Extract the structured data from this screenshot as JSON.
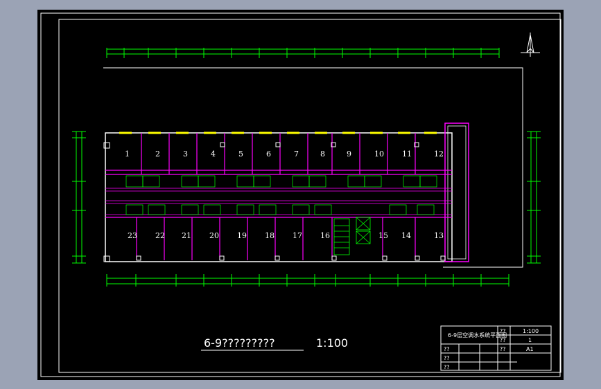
{
  "drawing": {
    "title": "6-9?????????",
    "scale": "1:100",
    "north_symbol": "north-arrow"
  },
  "title_block": {
    "drawing_name": "6-9层空调水系统平面图",
    "cells": [
      "??",
      "1:100",
      "??",
      "1",
      "??",
      "A1",
      "??",
      "??",
      "??"
    ]
  },
  "rooms": {
    "top": [
      "1",
      "2",
      "3",
      "4",
      "5",
      "6",
      "7",
      "8",
      "9",
      "10",
      "11",
      "12"
    ],
    "bottom": [
      "23",
      "22",
      "21",
      "20",
      "19",
      "18",
      "17",
      "16",
      "15",
      "14",
      "13"
    ]
  },
  "colors": {
    "background": "#000000",
    "frame": "#ffffff",
    "walls": "#ff00ff",
    "dimension": "#00ff00",
    "windows": "#ffff00",
    "core": "#00ff00",
    "text": "#ffffff"
  }
}
